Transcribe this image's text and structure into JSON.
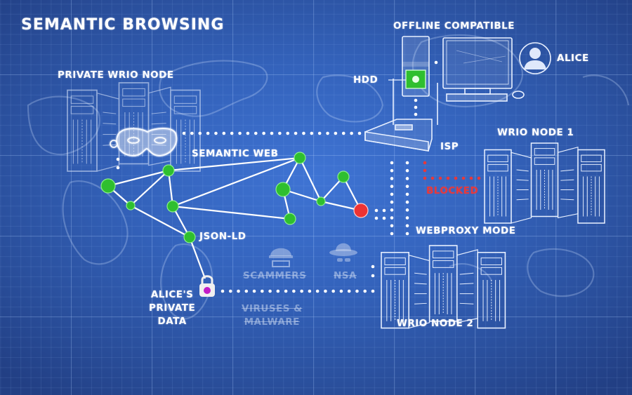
{
  "title": "SEMANTIC BROWSING",
  "labels": {
    "private_wrio_node": "PRIVATE WRIO NODE",
    "offline_compatible": "OFFLINE COMPATIBLE",
    "hdd": "HDD",
    "alice": "ALICE",
    "isp": "ISP",
    "wrio_node_1": "WRIO NODE 1",
    "semantic_web": "SEMANTIC WEB",
    "blocked": "BLOCKED",
    "webproxy_mode": "WEBPROXY MODE",
    "json_ld": "JSON-LD",
    "scammers": "SCAMMERS",
    "nsa": "NSA",
    "alices_private_data": [
      "ALICE'S",
      "PRIVATE",
      "DATA"
    ],
    "viruses_malware": [
      "VIRUSES &",
      "MALWARE"
    ],
    "wrio_node_2": "WRIO NODE 2"
  },
  "colors": {
    "node_green": "#2fbf2f",
    "node_red": "#ee3333",
    "blocked_red": "#e8383a",
    "lock_magenta": "#c21cc8",
    "line_white": "#ffffff"
  },
  "icons": {
    "mask": "mask-icon",
    "user": "user-avatar-icon",
    "lock": "padlock-icon",
    "scammer": "burglar-icon",
    "spy": "spy-hat-icon",
    "router": "router-icon",
    "desktop": "desktop-computer-icon",
    "servers": "server-rack-icon"
  },
  "graph": {
    "nodes": [
      {
        "id": "n1",
        "status": "ok"
      },
      {
        "id": "n2",
        "status": "ok"
      },
      {
        "id": "n3",
        "status": "ok"
      },
      {
        "id": "n4",
        "status": "ok"
      },
      {
        "id": "json_ld",
        "status": "ok"
      },
      {
        "id": "n6",
        "status": "ok"
      },
      {
        "id": "n7",
        "status": "ok"
      },
      {
        "id": "n8",
        "status": "ok"
      },
      {
        "id": "n9",
        "status": "ok"
      },
      {
        "id": "n10",
        "status": "ok"
      },
      {
        "id": "n11",
        "status": "blocked"
      }
    ],
    "edges": [
      [
        "n1",
        "n3"
      ],
      [
        "n1",
        "n2"
      ],
      [
        "n2",
        "n3"
      ],
      [
        "n3",
        "n4"
      ],
      [
        "n3",
        "n6"
      ],
      [
        "n2",
        "json_ld"
      ],
      [
        "n4",
        "json_ld"
      ],
      [
        "n4",
        "n6"
      ],
      [
        "n4",
        "n10"
      ],
      [
        "n6",
        "n7"
      ],
      [
        "n6",
        "n8"
      ],
      [
        "n7",
        "n8"
      ],
      [
        "n7",
        "n10"
      ],
      [
        "n8",
        "n9"
      ],
      [
        "n9",
        "n11"
      ],
      [
        "n8",
        "n11"
      ]
    ]
  }
}
